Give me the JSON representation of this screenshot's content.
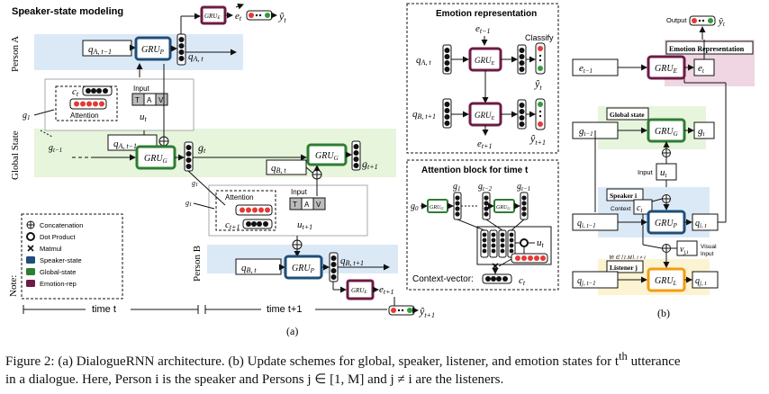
{
  "panel_a": {
    "title": "Speaker-state modeling",
    "person_a": "Person A",
    "person_b": "Person B",
    "global_state": "Global State",
    "gru_p": "GRU",
    "sub_p": "P",
    "sub_g": "G",
    "sub_e": "E",
    "gru_e": "GRU",
    "q_a_prev": "q",
    "q_a_prev_sub": "A, t−1",
    "q_a_t": "q",
    "q_a_t_sub": "A, t",
    "e_t": "e",
    "e_t_sub": "t",
    "y_t": "ŷ",
    "y_t_sub": "t",
    "c_t": "c",
    "c_t_sub": "t",
    "attention": "Attention",
    "input": "Input",
    "t_label": "T",
    "a_label": "A",
    "v_label": "V",
    "u_t": "u",
    "u_t_sub": "t",
    "g1": "g",
    "g1_sub": "1",
    "g_prev": "g",
    "g_prev_sub": "t−1",
    "g_t": "g",
    "g_t_sub": "t",
    "g_next": "g",
    "g_next_sub": "t+1",
    "q_b_t_small": "q",
    "q_b_t_small_sub": "B, t",
    "c_next": "c",
    "c_next_sub": "t+1",
    "u_next": "u",
    "u_next_sub": "t+1",
    "q_b_t": "q",
    "q_b_t_sub": "B, t",
    "q_b_next": "q",
    "q_b_next_sub": "B, t+1",
    "e_next": "e",
    "e_next_sub": "t+1",
    "y_next": "ŷ",
    "y_next_sub": "t+1",
    "time_t": "time t",
    "time_t1": "time t+1",
    "label": "(a)"
  },
  "legend": {
    "note": "Note:",
    "items": [
      "Concatenation",
      "Dot Product",
      "Matmul",
      "Speaker-state",
      "Global-state",
      "Emotion-rep"
    ]
  },
  "emotion_rep": {
    "title": "Emotion representation",
    "classify": "Classify",
    "e_prev": "e",
    "e_prev_sub": "t−1",
    "e_next": "e",
    "e_next_sub": "t+1",
    "q_a": "q",
    "q_a_sub": "A, t",
    "q_b": "q",
    "q_b_sub": "B, t+1",
    "gru": "GRU",
    "sub": "E",
    "y_t": "ŷ",
    "y_t_sub": "t",
    "y_next": "ŷ",
    "y_next_sub": "t+1"
  },
  "attention_block": {
    "title": "Attention block for time t",
    "g0": "g",
    "g0_sub": "0",
    "g1": "g",
    "g1_sub": "1",
    "g_t2": "g",
    "g_t2_sub": "t−2",
    "g_t1": "g",
    "g_t1_sub": "t−1",
    "gru": "GRU",
    "sub": "G",
    "u_t": "u",
    "u_t_sub": "t",
    "context": "Context-vector:",
    "c_t": "c",
    "c_t_sub": "t"
  },
  "panel_b": {
    "output": "Output",
    "y_t": "ŷ",
    "y_t_sub": "t",
    "emotion_title": "Emotion Representation",
    "e_prev": "e",
    "e_prev_sub": "t−1",
    "e_t": "e",
    "e_t_sub": "t",
    "gru": "GRU",
    "sub_e": "E",
    "sub_g": "G",
    "sub_p": "P",
    "sub_l": "L",
    "global_title": "Global state",
    "g_prev": "g",
    "g_prev_sub": "t−1",
    "g_t": "g",
    "g_t_sub": "t",
    "input": "Input",
    "u_t": "u",
    "u_t_sub": "t",
    "speaker_title": "Speaker i",
    "context": "Context",
    "c_t": "c",
    "c_t_sub": "t",
    "q_i_prev": "q",
    "q_i_prev_sub": "i, t−1",
    "q_i_t": "q",
    "q_i_t_sub": "i, t",
    "v_jt": "v",
    "v_jt_sub": "j,t",
    "visual": "Visual",
    "visual_input": "Input",
    "forall": "∀j ∈ [1,M], j ≠ i",
    "listener_title": "Listener j",
    "q_j_prev": "q",
    "q_j_prev_sub": "j, t−1",
    "q_j_t": "q",
    "q_j_t_sub": "j, t",
    "label": "(b)"
  },
  "caption": {
    "line1": "Figure 2: (a) DialogueRNN architecture. (b) Update schemes for global, speaker, listener, and emotion states for t",
    "sup": "th",
    "line1_end": " utterance",
    "line2": "in a dialogue. Here, Person i is the speaker and Persons j ∈ [1, M] and j ≠ i are the listeners."
  },
  "colors": {
    "speaker": "#1f4e79",
    "global": "#2e7d32",
    "emotion": "#6d1b45",
    "speaker_bg": "#dbe9f7",
    "global_bg": "#e6f5dc",
    "emotion_bg": "#efd6e2",
    "listener": "#f39c12",
    "listener_bg": "#fbf3d1",
    "red": "#e53935",
    "green": "#2e9d3a"
  }
}
